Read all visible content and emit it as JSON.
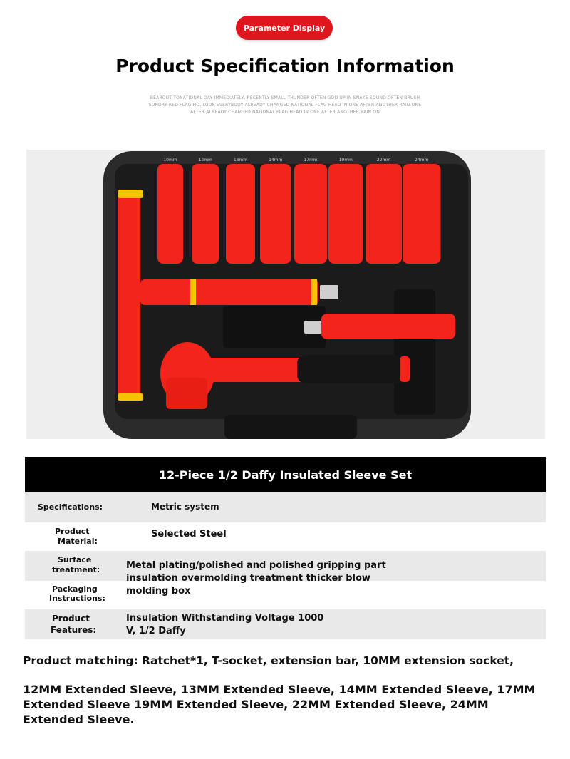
{
  "badge": {
    "label": "Parameter Display"
  },
  "heading": {
    "title": "Product Specification Information",
    "subtitle": "BEAROUT TONATIONAL DAY IMMEDIATELY, RECENTLY SMALL THUNDER OFTEN GOD UP IN SNAKE SOUND OFTEN BRUSH SUNDRY RED FLAG HO, LOOK EVERYBODY ALREADY CHANGED NATIONAL FLAG HEAD IN ONE AFTER ANOTHER RAIN ONE AFTER ALREADY CHANGED NATIONAL FLAG HEAD IN ONE AFTER ANOTHER RAIN ON"
  },
  "photo": {
    "socket_sizes": [
      "10mm",
      "12mm",
      "13mm",
      "14mm",
      "17mm",
      "19mm",
      "22mm",
      "24mm"
    ],
    "colors": {
      "insulation": "#f2241b",
      "grip_band": "#f5c400",
      "case": "#2a2a2a",
      "case_inner": "#1a1a1a"
    }
  },
  "spec_table": {
    "header": "12-Piece 1/2 Daffy Insulated Sleeve Set",
    "rows": [
      {
        "label": "Specifications:",
        "value": "Metric system"
      },
      {
        "label_line1": "Product",
        "label_line2": "Material:",
        "value": "Selected Steel"
      },
      {
        "label_line1": "Surface",
        "label_line2": "treatment:",
        "value_line1": "Metal plating/polished and polished gripping part",
        "value_line2": "insulation overmolding treatment thicker blow",
        "value_line3": "molding box"
      },
      {
        "label_line1": "Packaging",
        "label_line2": "Instructions:"
      },
      {
        "label_line1": "Product",
        "label_line2": "Features:",
        "value_line1": "Insulation Withstanding Voltage 1000",
        "value_line2": "V, 1/2 Daffy"
      }
    ]
  },
  "matching": "Product matching: Ratchet*1, T-socket, extension bar, 10MM extension socket,",
  "sleeves_text": "12MM Extended Sleeve, 13MM Extended Sleeve, 14MM Extended Sleeve, 17MM Extended Sleeve 19MM Extended Sleeve, 22MM Extended Sleeve, 24MM Extended Sleeve."
}
